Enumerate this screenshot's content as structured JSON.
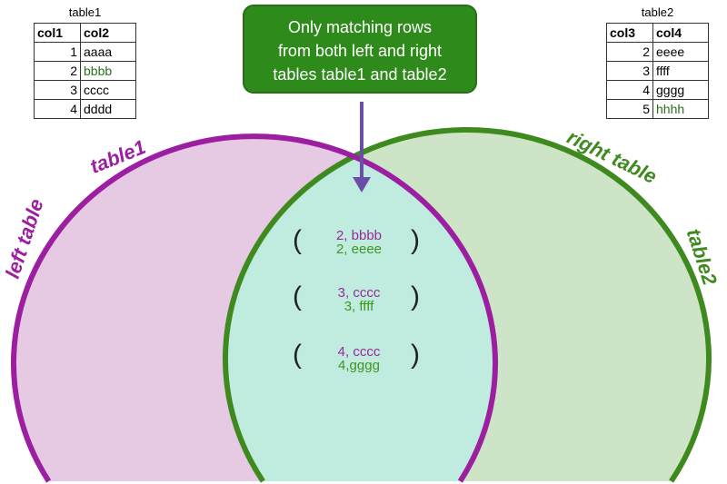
{
  "callout": {
    "line1": "Only matching rows",
    "line2": "from both left and right",
    "line3": "tables table1 and table2"
  },
  "table1": {
    "caption": "table1",
    "headers": [
      "col1",
      "col2"
    ],
    "rows": [
      [
        "1",
        "aaaa"
      ],
      [
        "2",
        "bbbb"
      ],
      [
        "3",
        "cccc"
      ],
      [
        "4",
        "dddd"
      ]
    ]
  },
  "table2": {
    "caption": "table2",
    "headers": [
      "col3",
      "col4"
    ],
    "rows": [
      [
        "2",
        "eeee"
      ],
      [
        "3",
        "ffff"
      ],
      [
        "4",
        "gggg"
      ],
      [
        "5",
        "hhhh"
      ]
    ]
  },
  "labels": {
    "left_table": "left table",
    "table1": "table1",
    "right_table": "right table",
    "table2": "table2"
  },
  "matches": [
    {
      "left": "2, bbbb",
      "right": "2,  eeee"
    },
    {
      "left": "3, cccc",
      "right": "3, ffff"
    },
    {
      "left": "4, cccc",
      "right": "4,gggg"
    }
  ],
  "colors": {
    "left": "#9b1fa0",
    "right": "#3f8a1e",
    "callout": "#2f8a1c"
  }
}
